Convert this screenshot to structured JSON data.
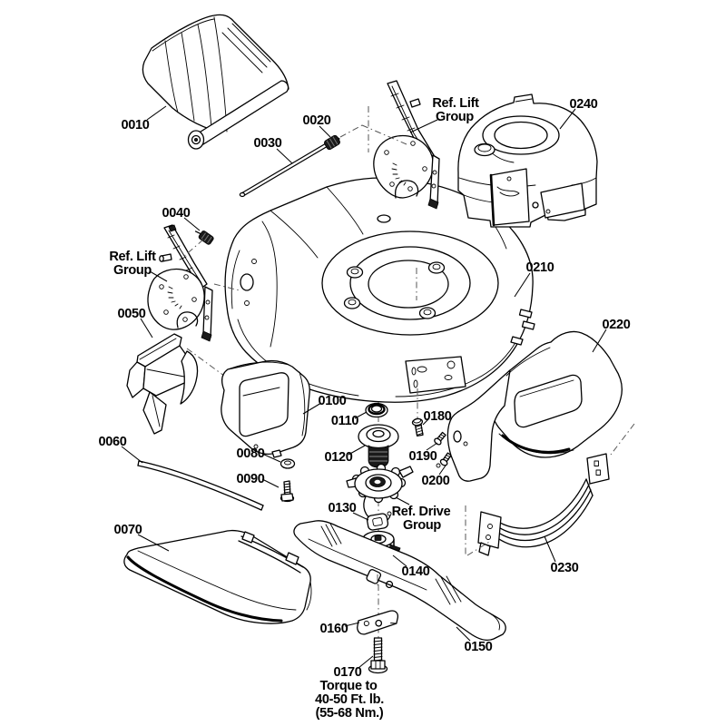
{
  "diagram": {
    "kind": "exploded-parts-diagram",
    "colors": {
      "background": "#ffffff",
      "line": "#000000",
      "dash_line": "#555555",
      "label_text": "#000000"
    },
    "callouts": {
      "p0010": "0010",
      "p0020": "0020",
      "p0030": "0030",
      "p0040": "0040",
      "p0050": "0050",
      "p0060": "0060",
      "p0070": "0070",
      "p0080": "0080",
      "p0090": "0090",
      "p0100": "0100",
      "p0110": "0110",
      "p0120": "0120",
      "p0130": "0130",
      "p0140": "0140",
      "p0150": "0150",
      "p0160": "0160",
      "p0170": "0170",
      "p0180": "0180",
      "p0190": "0190",
      "p0200": "0200",
      "p0210": "0210",
      "p0220": "0220",
      "p0230": "0230",
      "p0240": "0240"
    },
    "ref_groups": {
      "lift_top_line1": "Ref. Lift",
      "lift_top_line2": "Group",
      "lift_left_line1": "Ref. Lift",
      "lift_left_line2": "Group",
      "drive_line1": "Ref. Drive",
      "drive_line2": "Group"
    },
    "notes": {
      "torque_line1": "Torque to",
      "torque_line2": "40-50 Ft. lb.",
      "torque_line3": "(55-68 Nm.)"
    }
  }
}
